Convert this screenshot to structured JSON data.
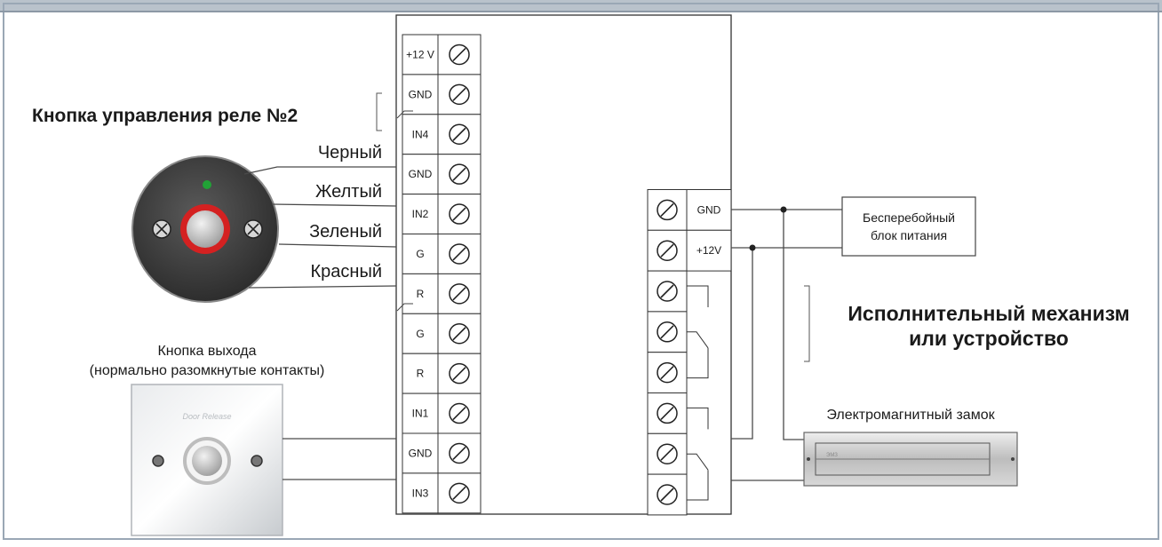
{
  "colors": {
    "frame_border": "#9aa7b5",
    "top_bar": "#b9c2cb",
    "wire": "#4a4a4a",
    "panel_border": "#333333",
    "text": "#1a1a1a",
    "led": "#21a336",
    "ring": "#d42121",
    "button_dark": "#3b3b3b"
  },
  "labels": {
    "relay2_button": "Кнопка управления реле №2",
    "exit_button_title": "Кнопка выхода",
    "exit_button_subtitle": "(нормально разомкнутые контакты)",
    "door_release": "Door Release",
    "ups": "Бесперебойный",
    "ups_line2": "блок питания",
    "actuator_line1": "Исполнительный механизм",
    "actuator_line2": "или устройство",
    "maglock": "Электромагнитный замок",
    "maglock_plate": "ЭМЗ"
  },
  "wires": {
    "black": "Черный",
    "yellow": "Желтый",
    "green": "Зеленый",
    "red": "Красный"
  },
  "left_terminals": [
    "+12 V",
    "GND",
    "IN4",
    "GND",
    "IN2",
    "G",
    "R",
    "G",
    "R",
    "IN1",
    "GND",
    "IN3"
  ],
  "right_terminals": [
    "GND",
    "+12V"
  ],
  "right_terminal_count": 8,
  "icons": {
    "terminal": "screw-terminal-icon",
    "reader_button": "round-push-button-icon",
    "exit_button": "door-release-button-icon",
    "lock": "electromagnetic-lock-icon"
  }
}
